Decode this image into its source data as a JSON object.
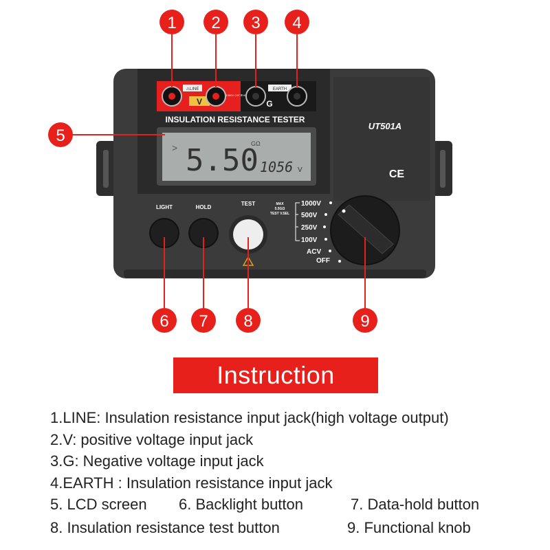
{
  "callouts": [
    "1",
    "2",
    "3",
    "4",
    "5",
    "6",
    "7",
    "8",
    "9"
  ],
  "device": {
    "jack_labels": {
      "line": "⚠LINE",
      "v": "V",
      "cat": "CAT Ⅱ 1000V CAT Ⅲ 600V",
      "earth": "EARTH",
      "g": "G"
    },
    "title": "INSULATION RESISTANCE TESTER",
    "model": "UT501A",
    "ce": "CE",
    "lcd": {
      "arrow": ">",
      "main": "5.50",
      "unit": "GΩ",
      "sub": "1056",
      "sub_unit": "V"
    },
    "buttons": {
      "light": "LIGHT",
      "hold": "HOLD",
      "test": "TEST"
    },
    "max_note": [
      "MAX",
      "5.5GΩ",
      "TEST V.SEL"
    ],
    "knob_positions": [
      "1000V",
      "500V",
      "250V",
      "100V",
      "ACV",
      "OFF"
    ],
    "colors": {
      "body": "#3a3a3a",
      "panel": "#2c2c2c",
      "jack_bar": "#e5201f",
      "callout": "#e8201c",
      "lcd": "#a9aeac"
    }
  },
  "banner": "Instruction",
  "lines": [
    "1.LINE: Insulation resistance input jack(high voltage output)",
    "2.V: positive voltage input jack",
    "3.G: Negative voltage input jack",
    "4.EARTH : Insulation resistance input jack"
  ],
  "row5": [
    "5. LCD screen",
    "6. Backlight button",
    "7. Data-hold button"
  ],
  "row6": [
    "8. Insulation resistance test button",
    "9. Functional knob"
  ]
}
